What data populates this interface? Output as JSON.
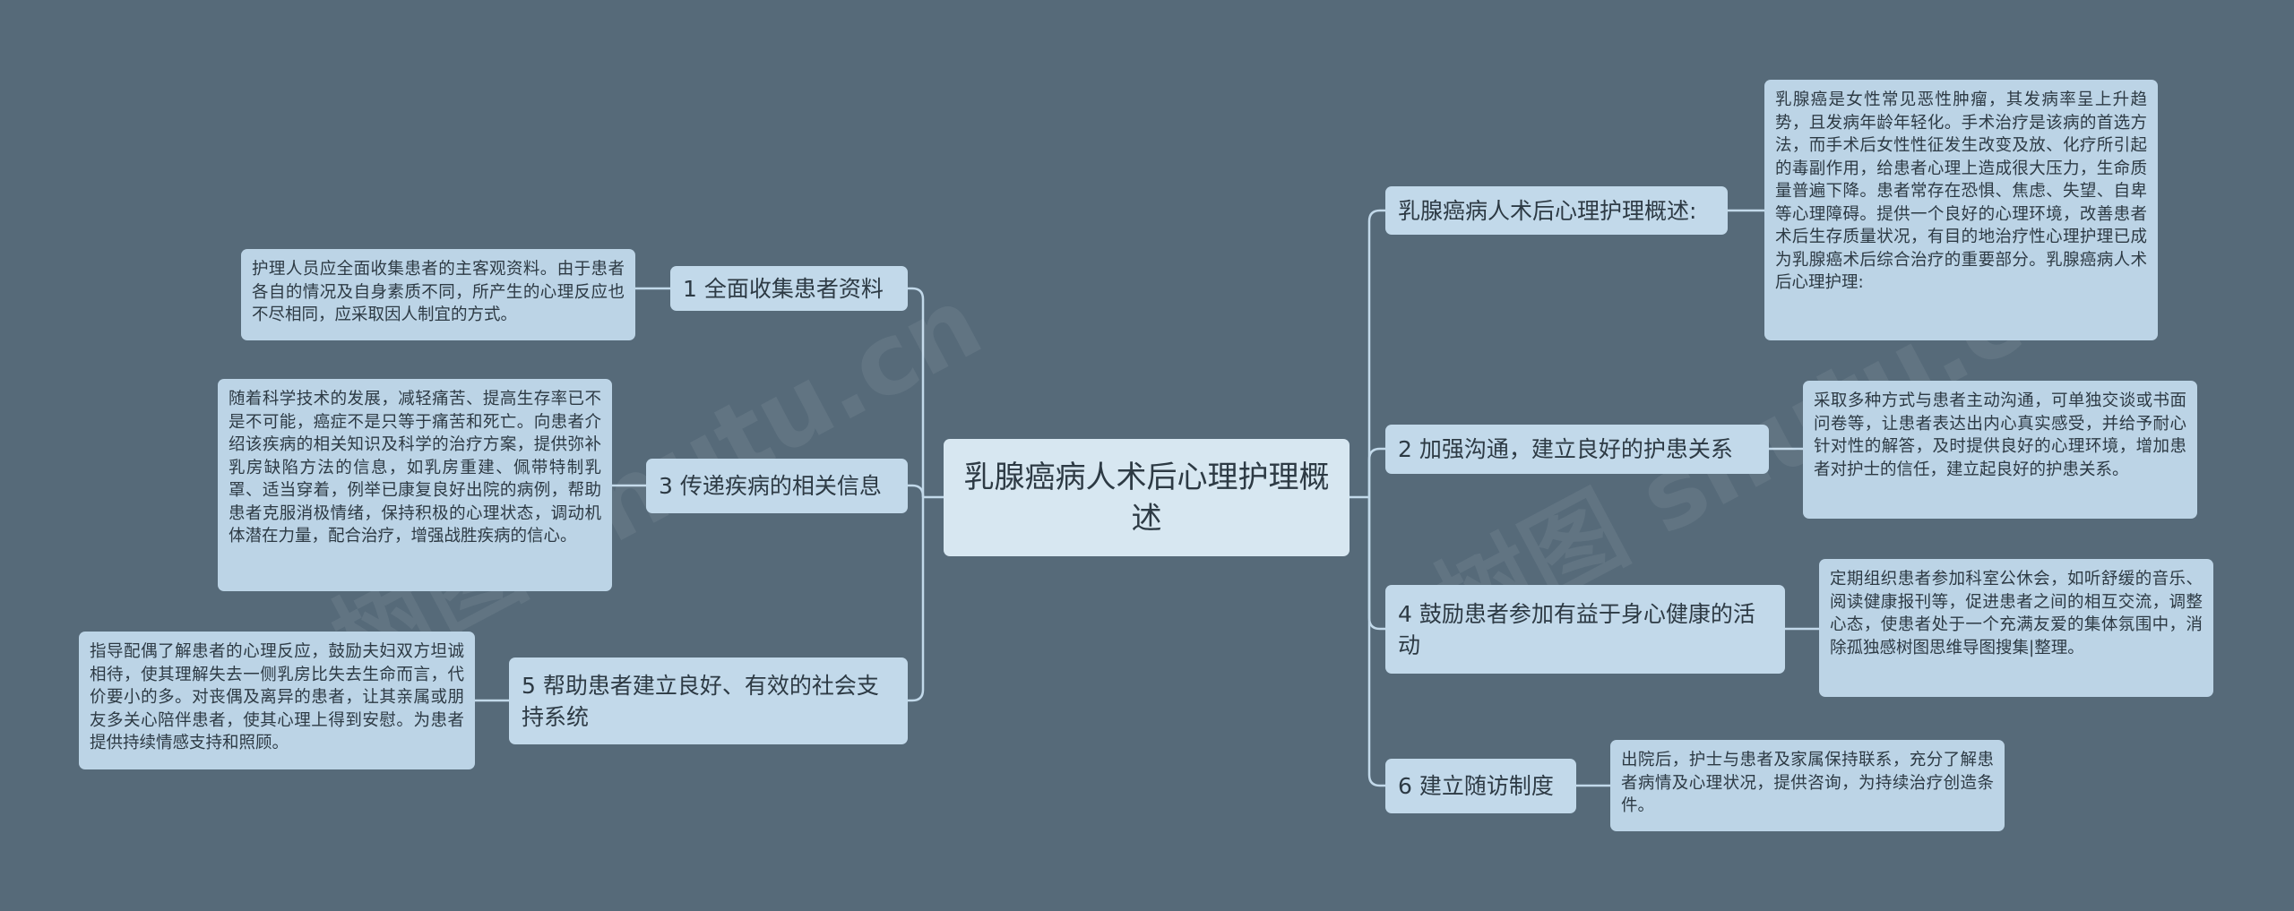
{
  "root": {
    "title": "乳腺癌病人术后心理护理概述"
  },
  "left_branches": [
    {
      "label": "1 全面收集患者资料",
      "detail": "护理人员应全面收集患者的主客观资料。由于患者各自的情况及自身素质不同，所产生的心理反应也不尽相同，应采取因人制宜的方式。"
    },
    {
      "label": "3 传递疾病的相关信息",
      "detail": "随着科学技术的发展，减轻痛苦、提高生存率已不是不可能，癌症不是只等于痛苦和死亡。向患者介绍该疾病的相关知识及科学的治疗方案，提供弥补乳房缺陷方法的信息，如乳房重建、佩带特制乳罩、适当穿着，例举已康复良好出院的病例，帮助患者克服消极情绪，保持积极的心理状态，调动机体潜在力量，配合治疗，增强战胜疾病的信心。"
    },
    {
      "label": "5 帮助患者建立良好、有效的社会支持系统",
      "detail": "指导配偶了解患者的心理反应，鼓励夫妇双方坦诚相待，使其理解失去一侧乳房比失去生命而言，代价要小的多。对丧偶及离异的患者，让其亲属或朋友多关心陪伴患者，使其心理上得到安慰。为患者提供持续情感支持和照顾。"
    }
  ],
  "right_branches": [
    {
      "label": "乳腺癌病人术后心理护理概述:",
      "detail": "乳腺癌是女性常见恶性肿瘤，其发病率呈上升趋势，且发病年龄年轻化。手术治疗是该病的首选方法，而手术后女性性征发生改变及放、化疗所引起的毒副作用，给患者心理上造成很大压力，生命质量普遍下降。患者常存在恐惧、焦虑、失望、自卑等心理障碍。提供一个良好的心理环境，改善患者术后生存质量状况，有目的地治疗性心理护理已成为乳腺癌术后综合治疗的重要部分。乳腺癌病人术后心理护理:"
    },
    {
      "label": "2 加强沟通，建立良好的护患关系",
      "detail": "采取多种方式与患者主动沟通，可单独交谈或书面问卷等，让患者表达出内心真实感受，并给予耐心针对性的解答，及时提供良好的心理环境，增加患者对护士的信任，建立起良好的护患关系。"
    },
    {
      "label": "4 鼓励患者参加有益于身心健康的活动",
      "detail": "定期组织患者参加科室公休会，如听舒缓的音乐、阅读健康报刊等，促进患者之间的相互交流，调整心态，使患者处于一个充满友爱的集体氛围中，消除孤独感树图思维导图搜集|整理。"
    },
    {
      "label": "6 建立随访制度",
      "detail": "出院后，护士与患者及家属保持联系，充分了解患者病情及心理状况，提供咨询，为持续治疗创造条件。"
    }
  ],
  "watermark": [
    "树图 shutu.cn",
    "树图 shutu.cn"
  ],
  "colors": {
    "background": "#566a79",
    "line": "#c2d9ea",
    "root": "#d7e7f1",
    "branch": "#c2d9ea",
    "leaf": "#bcd4e6"
  }
}
